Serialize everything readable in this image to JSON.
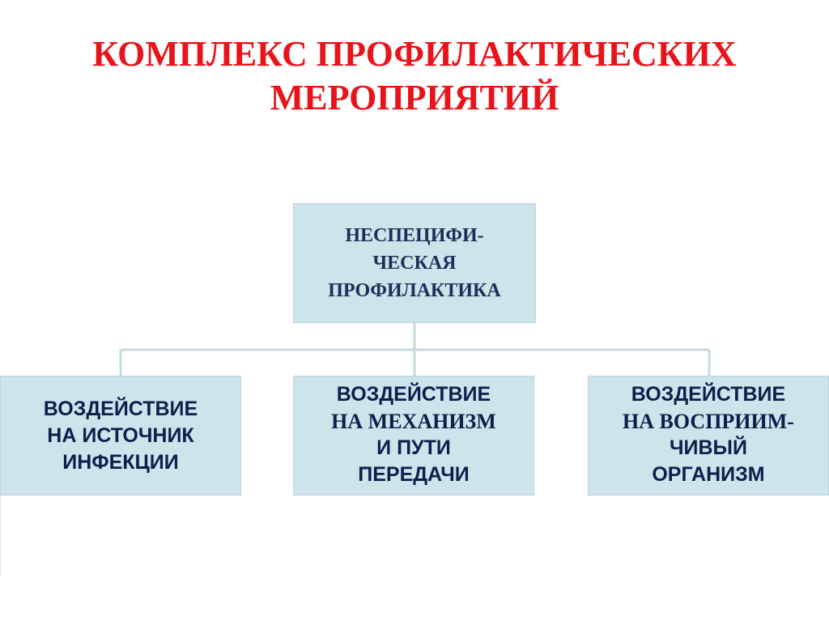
{
  "title": {
    "line1": "КОМПЛЕКС ПРОФИЛАКТИЧЕСКИХ",
    "line2": "МЕРОПРИЯТИЙ"
  },
  "root": {
    "lines": [
      "НЕСПЕЦИФИ-",
      "ЧЕСКАЯ",
      "ПРОФИЛАКТИКА"
    ]
  },
  "children": [
    {
      "lines": [
        "ВОЗДЕЙСТВИЕ",
        "НА ИСТОЧНИК",
        "ИНФЕКЦИИ"
      ]
    },
    {
      "lines": [
        "ВОЗДЕЙСТВИЕ",
        "НА МЕХАНИЗМ",
        "И ПУТИ",
        "ПЕРЕДАЧИ"
      ]
    },
    {
      "lines": [
        "ВОЗДЕЙСТВИЕ",
        "НА ВОСПРИИМ-",
        "ЧИВЫЙ",
        "ОРГАНИЗМ"
      ]
    }
  ],
  "colors": {
    "title": "#e8141a",
    "box_fill": "#cce4ea",
    "text": "#0c1f4d",
    "connector": "#c5d9df"
  }
}
